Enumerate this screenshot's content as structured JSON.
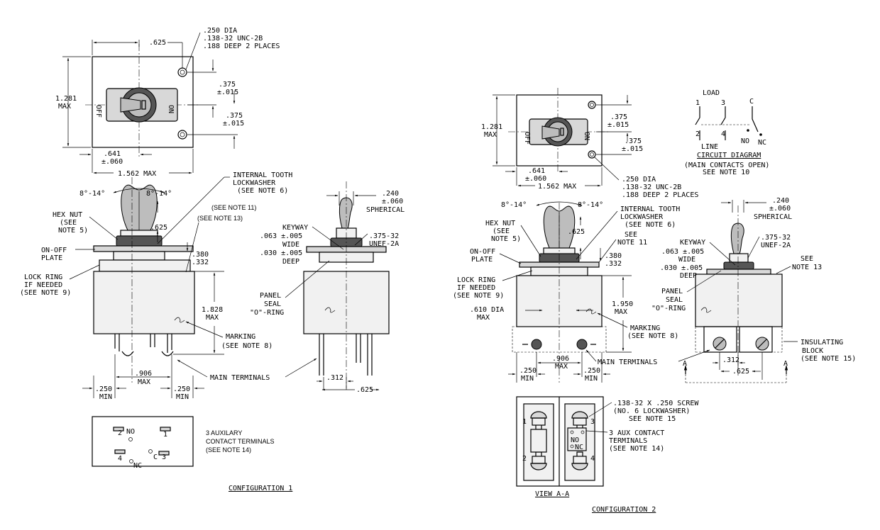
{
  "cfg1": {
    "top_hole_note": [
      ".250 DIA",
      ".138-32 UNC-2B",
      ".188 DEEP 2 PLACES"
    ],
    "dim_625": ".625",
    "height": [
      "1.281",
      "MAX"
    ],
    "off": "OFF",
    "on": "ON",
    "dim_375_a": [
      ".375",
      "±.015"
    ],
    "dim_375_b": [
      ".375",
      "±.015"
    ],
    "dim_641": [
      ".641",
      "±.060"
    ],
    "width": "1.562 MAX",
    "angle_l": "8°-14°",
    "angle_r": "8°-14°",
    "lockwasher": [
      "INTERNAL TOOTH",
      "LOCKWASHER",
      "(SEE NOTE 6)"
    ],
    "see_note_11": "(SEE NOTE 11)",
    "see_note_13": "(SEE NOTE 13)",
    "hex_nut": [
      "HEX NUT",
      "(SEE",
      "NOTE 5)"
    ],
    "lever_dim": ".625",
    "on_off_plate": [
      "ON-OFF",
      "PLATE"
    ],
    "dim_380": [
      ".380",
      ".332"
    ],
    "lock_ring": [
      "LOCK RING",
      "IF NEEDED",
      "(SEE NOTE 9)"
    ],
    "body_height": [
      "1.828",
      "MAX"
    ],
    "marking": [
      "MARKING",
      "(SEE NOTE 8)"
    ],
    "term_spacing": [
      ".906",
      "MAX"
    ],
    "min_l": [
      ".250",
      "MIN"
    ],
    "min_r": [
      ".250",
      "MIN"
    ],
    "main_terminals": "MAIN TERMINALS",
    "side_top": [
      ".240",
      "±.060",
      "SPHERICAL"
    ],
    "keyway": [
      "KEYWAY",
      ".063 ±.005",
      "WIDE",
      ".030 ±.005",
      "DEEP"
    ],
    "thread": [
      ".375-32",
      "UNEF-2A"
    ],
    "panel_seal": [
      "PANEL",
      "SEAL",
      "\"O\"-RING"
    ],
    "side_312": ".312",
    "side_625": ".625",
    "aux_labels": [
      "2",
      "NO",
      "1",
      "4",
      "NC",
      "C",
      "3"
    ],
    "aux_note": [
      "3 AUXILARY",
      "CONTACT TERMINALS",
      "(SEE NOTE 14)"
    ],
    "caption": "CONFIGURATION 1"
  },
  "cfg2": {
    "height": [
      "1.281",
      "MAX"
    ],
    "off": "OFF",
    "on": "ON",
    "dim_375_a": [
      ".375",
      "±.015"
    ],
    "dim_375_b": [
      ".375",
      "±.015"
    ],
    "dim_641": [
      ".641",
      "±.060"
    ],
    "width": "1.562 MAX",
    "hole_note": [
      ".250 DIA",
      ".138-32 UNC-2B",
      ".188 DEEP 2 PLACES"
    ],
    "circuit_load": "LOAD",
    "circuit_line": "LINE",
    "circuit_nums": [
      "1",
      "3",
      "C",
      "2",
      "4",
      "NO",
      "NC"
    ],
    "circuit_title": "CIRCUIT DIAGRAM",
    "circuit_note": [
      "(MAIN CONTACTS OPEN)",
      "SEE NOTE 10"
    ],
    "angle_l": "8°-14°",
    "angle_r": "8°-14°",
    "lockwasher": [
      "INTERNAL TOOTH",
      "LOCKWASHER",
      "(SEE NOTE 6)"
    ],
    "hex_nut": [
      "HEX NUT",
      "(SEE",
      "NOTE 5)"
    ],
    "lever_dim": ".625",
    "see_note_11": [
      "SEE",
      "NOTE 11"
    ],
    "on_off_plate": [
      "ON-OFF",
      "PLATE"
    ],
    "dim_380": [
      ".380",
      ".332"
    ],
    "lock_ring": [
      "LOCK RING",
      "IF NEEDED",
      "(SEE NOTE 9)"
    ],
    "dia_610": [
      ".610 DIA",
      "MAX"
    ],
    "body_height": [
      "1.950",
      "MAX"
    ],
    "marking": [
      "MARKING",
      "(SEE NOTE 8)"
    ],
    "term_spacing": [
      ".906",
      "MAX"
    ],
    "min_l": [
      ".250",
      "MIN"
    ],
    "min_r": [
      ".250",
      "MIN"
    ],
    "main_terminals": "MAIN TERMINALS",
    "side_top": [
      ".240",
      "±.060",
      "SPHERICAL"
    ],
    "keyway": [
      "KEYWAY",
      ".063 ±.005",
      "WIDE",
      ".030 ±.005",
      "DEEP"
    ],
    "thread": [
      ".375-32",
      "UNEF-2A"
    ],
    "see_note_13": [
      "SEE",
      "NOTE 13"
    ],
    "panel_seal": [
      "PANEL",
      "SEAL",
      "\"O\"-RING"
    ],
    "insulating": [
      "INSULATING",
      "BLOCK",
      "(SEE NOTE 15)"
    ],
    "section_a": "A",
    "side_312": ".312",
    "side_625": ".625",
    "screw_note": [
      ".138-32 X .250 SCREW",
      "(NO. 6 LOCKWASHER)",
      "SEE NOTE 15"
    ],
    "aux_note": [
      "3 AUX CONTACT",
      "TERMINALS",
      "(SEE NOTE 14)"
    ],
    "view_nums": [
      "1",
      "3",
      "2",
      "4"
    ],
    "view_aux": [
      "NO",
      "NC"
    ],
    "view_caption": "VIEW A-A",
    "caption": "CONFIGURATION 2"
  }
}
